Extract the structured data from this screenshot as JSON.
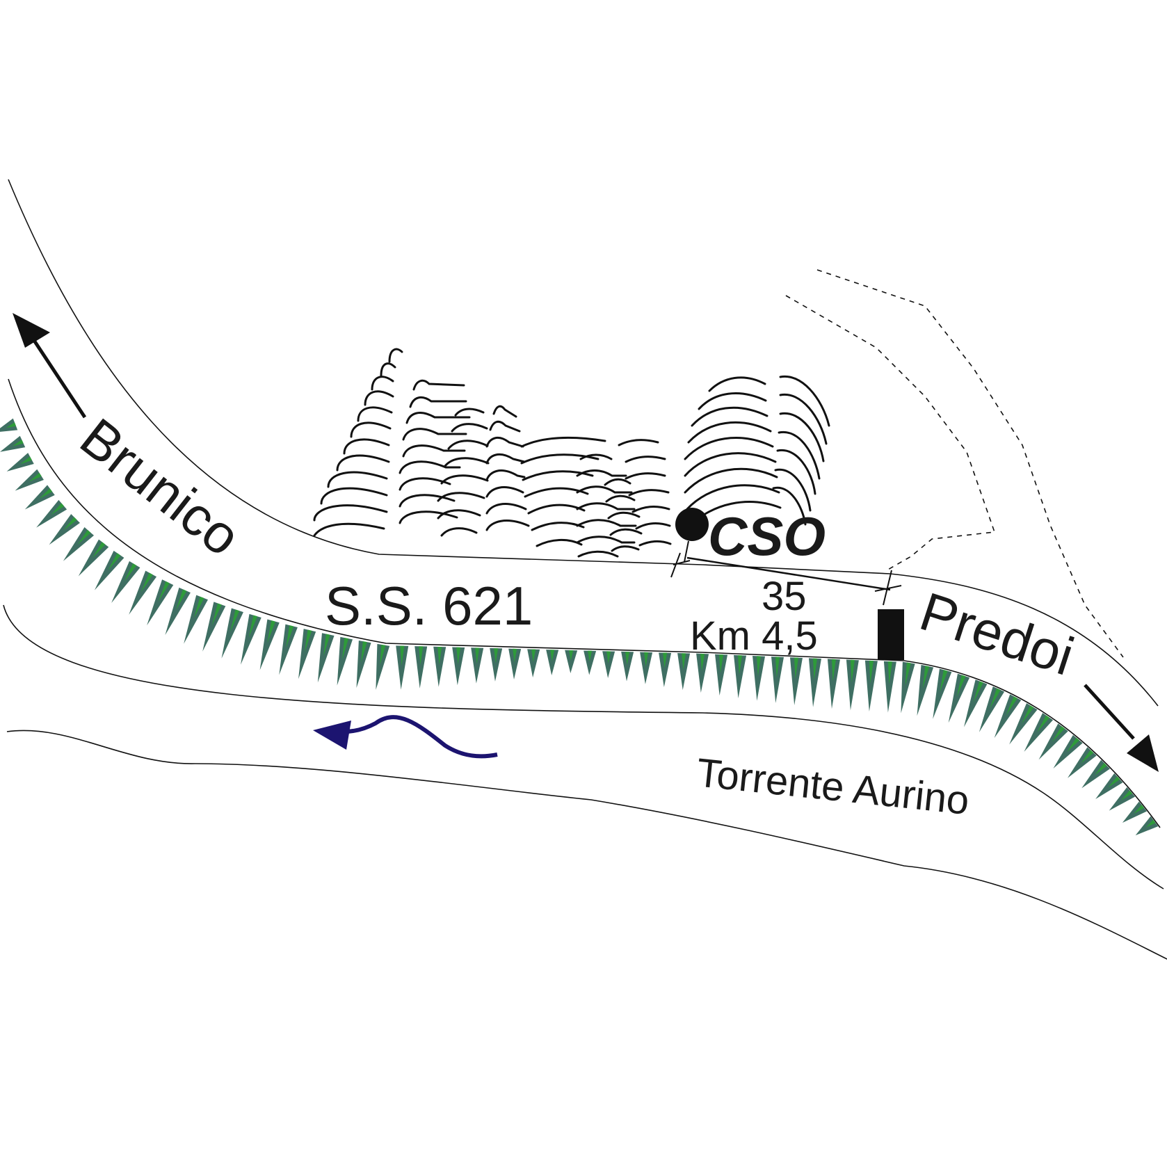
{
  "labels": {
    "west_direction": "Brunico",
    "east_direction": "Predoi",
    "road_name": "S.S. 621",
    "station": "CSO",
    "distance": "35",
    "kilometer": "Km 4,5",
    "river": "Torrente Aurino"
  },
  "icons": {
    "station_marker": "filled-circle",
    "km_marker": "black-rectangle",
    "direction_arrows": "arrow",
    "river_flow": "curved-arrow",
    "landslide_scarps": "arc-hatching",
    "embankment": "triangle-teeth"
  },
  "colors": {
    "line": "#111111",
    "embankment_teeth": "#3f6f63",
    "embankment_core": "#2e9a3a",
    "river_flow_arrow": "#1c1470",
    "background": "#ffffff"
  }
}
